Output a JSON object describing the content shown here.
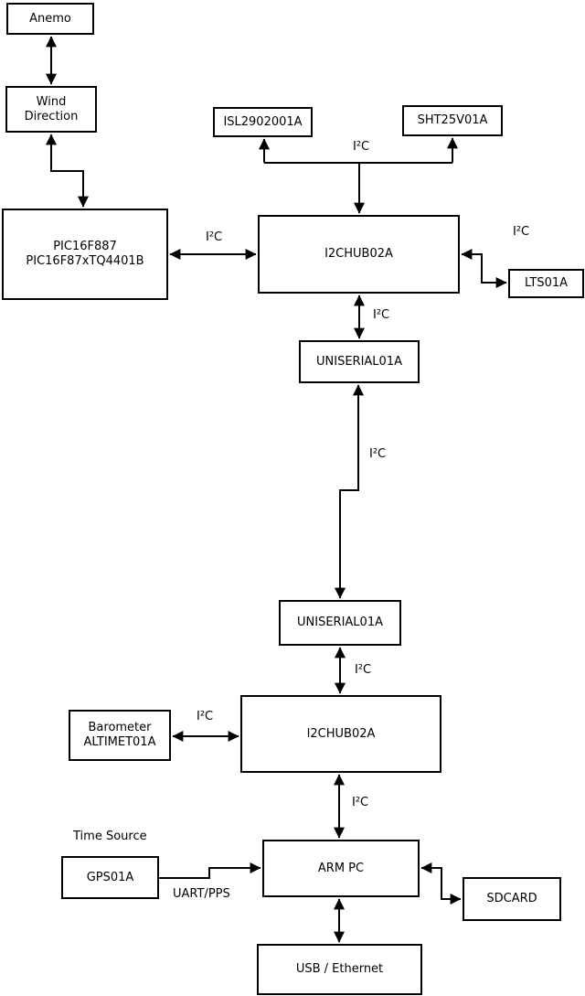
{
  "diagram": {
    "colors": {
      "background": "#ffffff",
      "stroke": "#000000",
      "text": "#000000"
    },
    "nodes": {
      "anemo": {
        "label": "Anemo"
      },
      "wind": {
        "label": "Wind\nDirection"
      },
      "pic": {
        "label": "PIC16F887\nPIC16F87xTQ4401B"
      },
      "isl": {
        "label": "ISL2902001A"
      },
      "sht": {
        "label": "SHT25V01A"
      },
      "hub1": {
        "label": "I2CHUB02A"
      },
      "lts": {
        "label": "LTS01A"
      },
      "uniserial1": {
        "label": "UNISERIAL01A"
      },
      "uniserial2": {
        "label": "UNISERIAL01A"
      },
      "hub2": {
        "label": "I2CHUB02A"
      },
      "barometer": {
        "label": "Barometer\nALTIMET01A"
      },
      "gps": {
        "label": "GPS01A"
      },
      "armpc": {
        "label": "ARM PC"
      },
      "sdcard": {
        "label": "SDCARD"
      },
      "usb": {
        "label": "USB / Ethernet"
      }
    },
    "edge_labels": {
      "i2c": "I²C",
      "uart_pps": "UART/PPS",
      "time_source": "Time Source"
    }
  }
}
